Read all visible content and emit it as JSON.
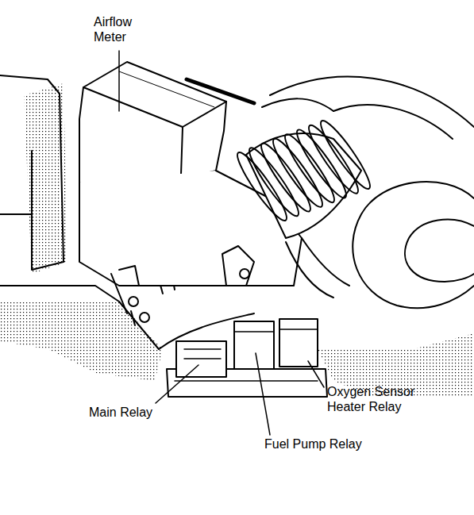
{
  "diagram": {
    "labels": [
      "Airflow Meter",
      "Main Relay",
      "Fuel Pump Relay",
      "Oxygen Sensor Heater Relay"
    ]
  }
}
